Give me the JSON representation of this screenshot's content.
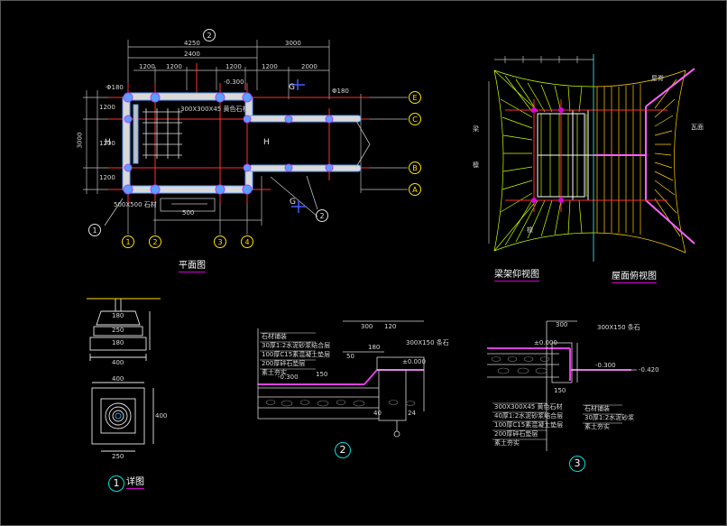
{
  "titles": {
    "plan": "平面图",
    "beam_frame": "梁架仰视图",
    "roof_frame": "屋面俯视图",
    "detail1": "详图",
    "detail1_no": "1",
    "detail2_no": "2",
    "detail3_no": "3"
  },
  "plan": {
    "axes_row": [
      "E",
      "C",
      "B",
      "A"
    ],
    "axes_col": [
      "1",
      "2",
      "3",
      "4"
    ],
    "marks": {
      "diameter_left": "Φ180",
      "diameter_right": "Φ180",
      "section_h_left": "H",
      "section_h_right": "H",
      "section_g_top": "G",
      "section_g_bottom": "G",
      "callout_top": "2",
      "callout_bottom": "2",
      "callout_left": "1",
      "elev": "-0.300",
      "floor_note": "300X300X45 黄色石材",
      "stair_dim": "500",
      "bottom_note": "500X500 石材"
    },
    "dims_top": [
      "4250",
      "3000",
      "2400",
      "1200",
      "1200",
      "1200",
      "1200",
      "2000"
    ],
    "dims_left": [
      "3000",
      "1200",
      "1200",
      "1200"
    ]
  },
  "detail1": {
    "dims": [
      "180",
      "250",
      "180",
      "400",
      "400",
      "400",
      "250"
    ]
  },
  "detail2": {
    "dims": [
      "300",
      "120",
      "50",
      "150",
      "180",
      "40",
      "24"
    ],
    "elev_top": "±0.000",
    "elev_low": "-0.300",
    "note_stone": "300X150 条石",
    "layers": [
      "石材铺装",
      "30厚1:2水泥砂浆结合层",
      "100厚C15素混凝土垫层",
      "200厚碎石垫层",
      "素土夯实"
    ]
  },
  "detail3": {
    "dims_top": "300",
    "note_stone": "300X150 条石",
    "elev_top": "±0.000",
    "elev_mid": "-0.300",
    "elev_low": "-0.420",
    "dim_left": "150",
    "layers": [
      "300X300X45 黄色石材",
      "40厚1:2水泥砂浆结合层",
      "100厚C15素混凝土垫层",
      "200厚碎石垫层",
      "素土夯实"
    ],
    "layers_right": [
      "石材铺装",
      "30厚1:2水泥砂浆",
      "素土夯实"
    ]
  },
  "beam": {
    "notes": [
      "梁",
      "檩",
      "椽"
    ]
  },
  "roof": {
    "notes": [
      "屋脊",
      "瓦面"
    ]
  }
}
